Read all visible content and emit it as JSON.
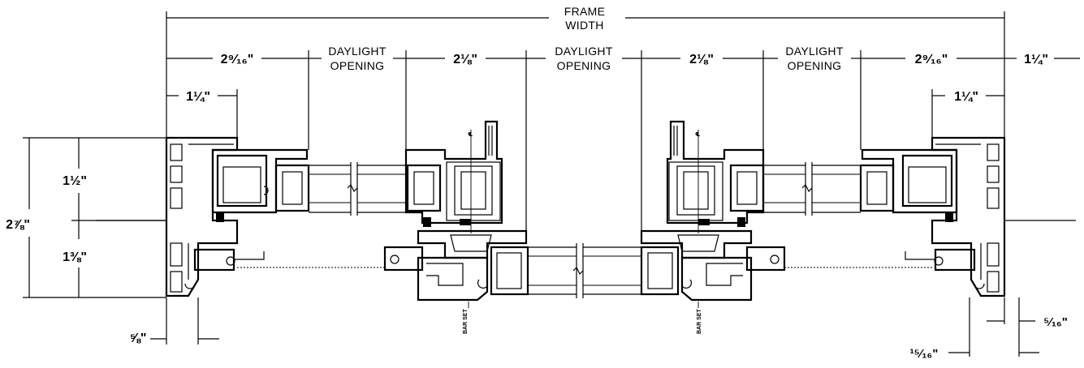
{
  "labels": {
    "frame_width_1": "FRAME",
    "frame_width_2": "WIDTH",
    "daylight_1": "DAYLIGHT",
    "daylight_2": "OPENING",
    "bar_set": "BAR SET",
    "centerline": "℄"
  },
  "dimensions": {
    "left_outer": "2⁹⁄₁₆\"",
    "left_mid": "2⅛\"",
    "right_mid": "2⅛\"",
    "right_outer": "2⁹⁄₁₆\"",
    "right_edge": "1¼\"",
    "left_inset": "1¼\"",
    "right_inset": "1¼\"",
    "height_top": "1½\"",
    "height_total": "2⅞\"",
    "height_bottom": "1⅜\"",
    "bottom_left": "⅝\"",
    "bottom_right_small": "⁵⁄₁₆\"",
    "bottom_right_large": "¹⁵⁄₁₆\""
  }
}
